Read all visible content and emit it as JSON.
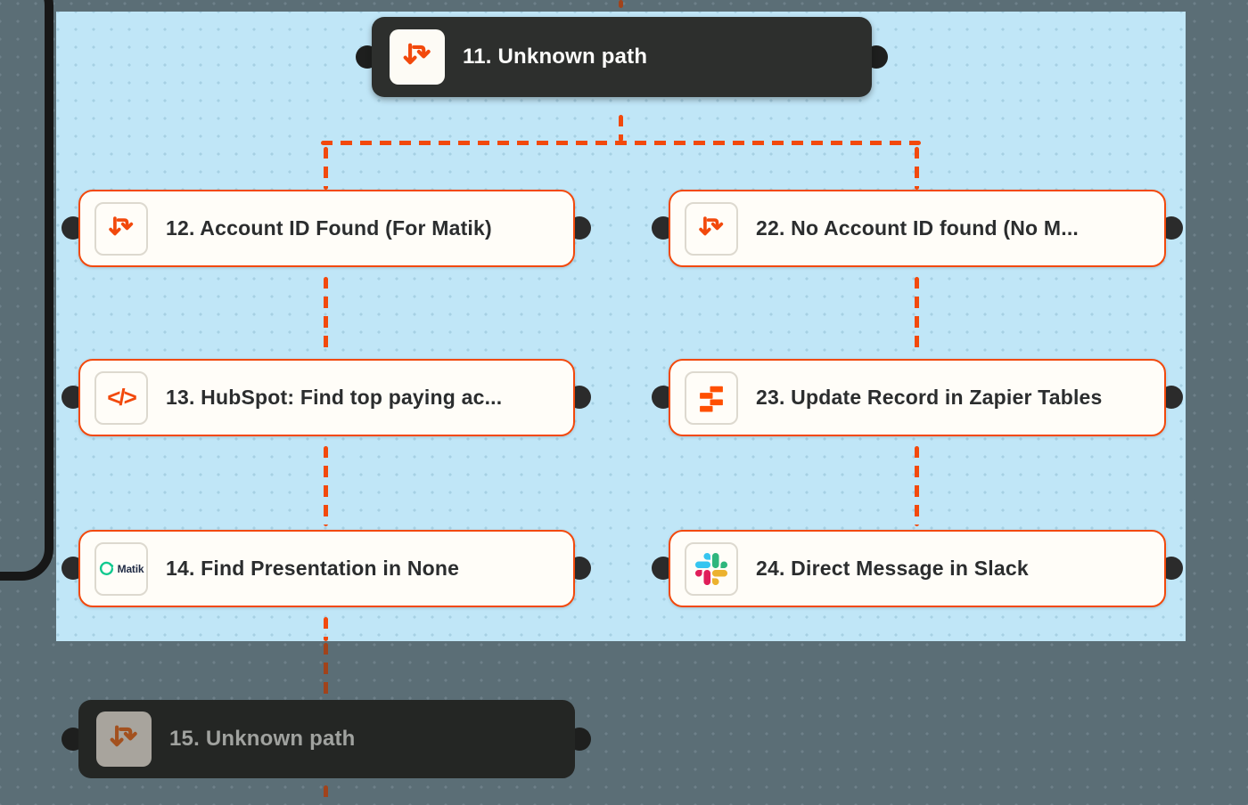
{
  "workflow": {
    "nodes": [
      {
        "id": "11",
        "label": "11. Unknown path",
        "icon": "paths-icon",
        "variant": "dark"
      },
      {
        "id": "12",
        "label": "12. Account ID Found (For Matik)",
        "icon": "paths-icon",
        "variant": "light"
      },
      {
        "id": "22",
        "label": "22. No Account ID found (No M...",
        "icon": "paths-icon",
        "variant": "light"
      },
      {
        "id": "13",
        "label": "13. HubSpot: Find top paying ac...",
        "icon": "code-icon",
        "variant": "light"
      },
      {
        "id": "23",
        "label": "23. Update Record in Zapier Tables",
        "icon": "tables-icon",
        "variant": "light"
      },
      {
        "id": "14",
        "label": "14. Find Presentation in None",
        "icon": "matik-icon",
        "variant": "light"
      },
      {
        "id": "24",
        "label": "24. Direct Message in Slack",
        "icon": "slack-icon",
        "variant": "light"
      },
      {
        "id": "15",
        "label": "15. Unknown path",
        "icon": "paths-icon",
        "variant": "dark-dimmed"
      }
    ],
    "matik_label": "Matik",
    "code_glyph": "</>"
  },
  "colors": {
    "accent_orange": "#f2490c",
    "tables_orange": "#ff4f00",
    "selected_group_fill": "#c0e6f7",
    "canvas_dimmed": "#5b6e76",
    "node_dark": "#2d2f2d",
    "matik_green": "#10c98f",
    "slack_blue": "#36C5F0",
    "slack_green": "#2EB67D",
    "slack_yellow": "#ECB22E",
    "slack_red": "#E01E5A"
  }
}
